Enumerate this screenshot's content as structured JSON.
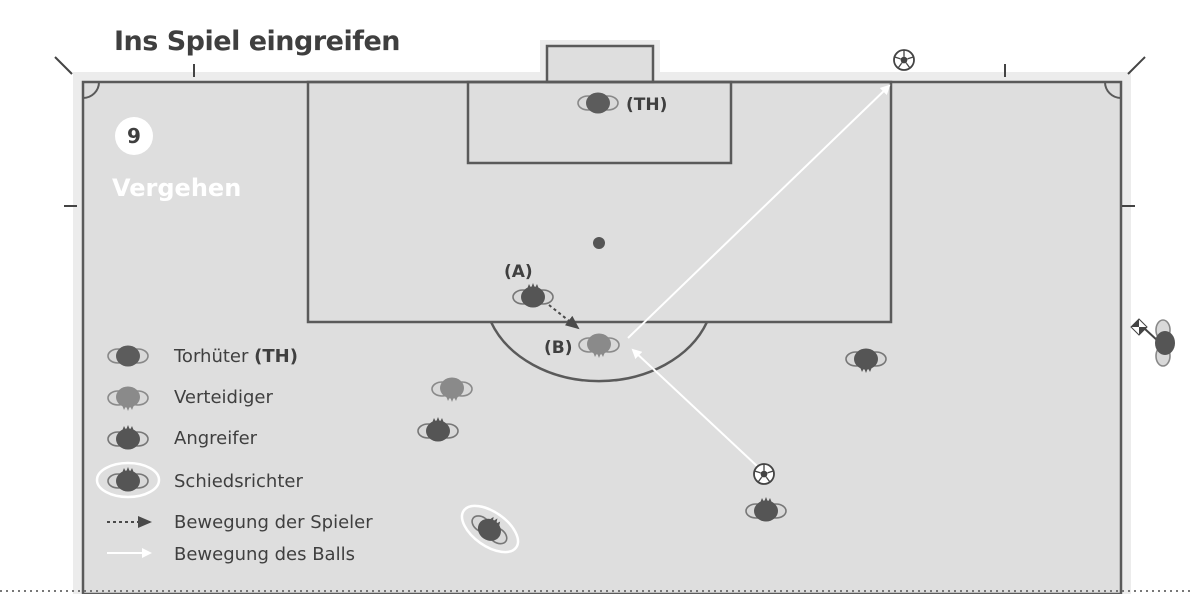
{
  "header": {
    "title": "Ins Spiel eingreifen"
  },
  "scenario": {
    "number": "9",
    "title": "Vergehen"
  },
  "labels": {
    "goalkeeper": "(TH)",
    "player_a": "(A)",
    "player_b": "(B)"
  },
  "legend": {
    "items": [
      {
        "label": "Torhüter",
        "suffix": "(TH)",
        "icon": "goalkeeper-icon"
      },
      {
        "label": "Verteidiger",
        "suffix": "",
        "icon": "defender-icon"
      },
      {
        "label": "Angreifer",
        "suffix": "",
        "icon": "attacker-icon"
      },
      {
        "label": "Schiedsrichter",
        "suffix": "",
        "icon": "referee-icon"
      },
      {
        "label": "Bewegung der Spieler",
        "suffix": "",
        "icon": "dashed-arrow-icon"
      },
      {
        "label": "Bewegung des Balls",
        "suffix": "",
        "icon": "solid-arrow-icon"
      }
    ]
  },
  "colors": {
    "field": "#dedede",
    "border": "#ececec",
    "lines": "#5a5a5a",
    "goalkeeper": "#5c5c5c",
    "defender": "#8a8a8a",
    "attacker": "#555555",
    "referee": "#555555",
    "arrow_ball": "#ffffff",
    "arrow_player": "#4a4a4a"
  }
}
